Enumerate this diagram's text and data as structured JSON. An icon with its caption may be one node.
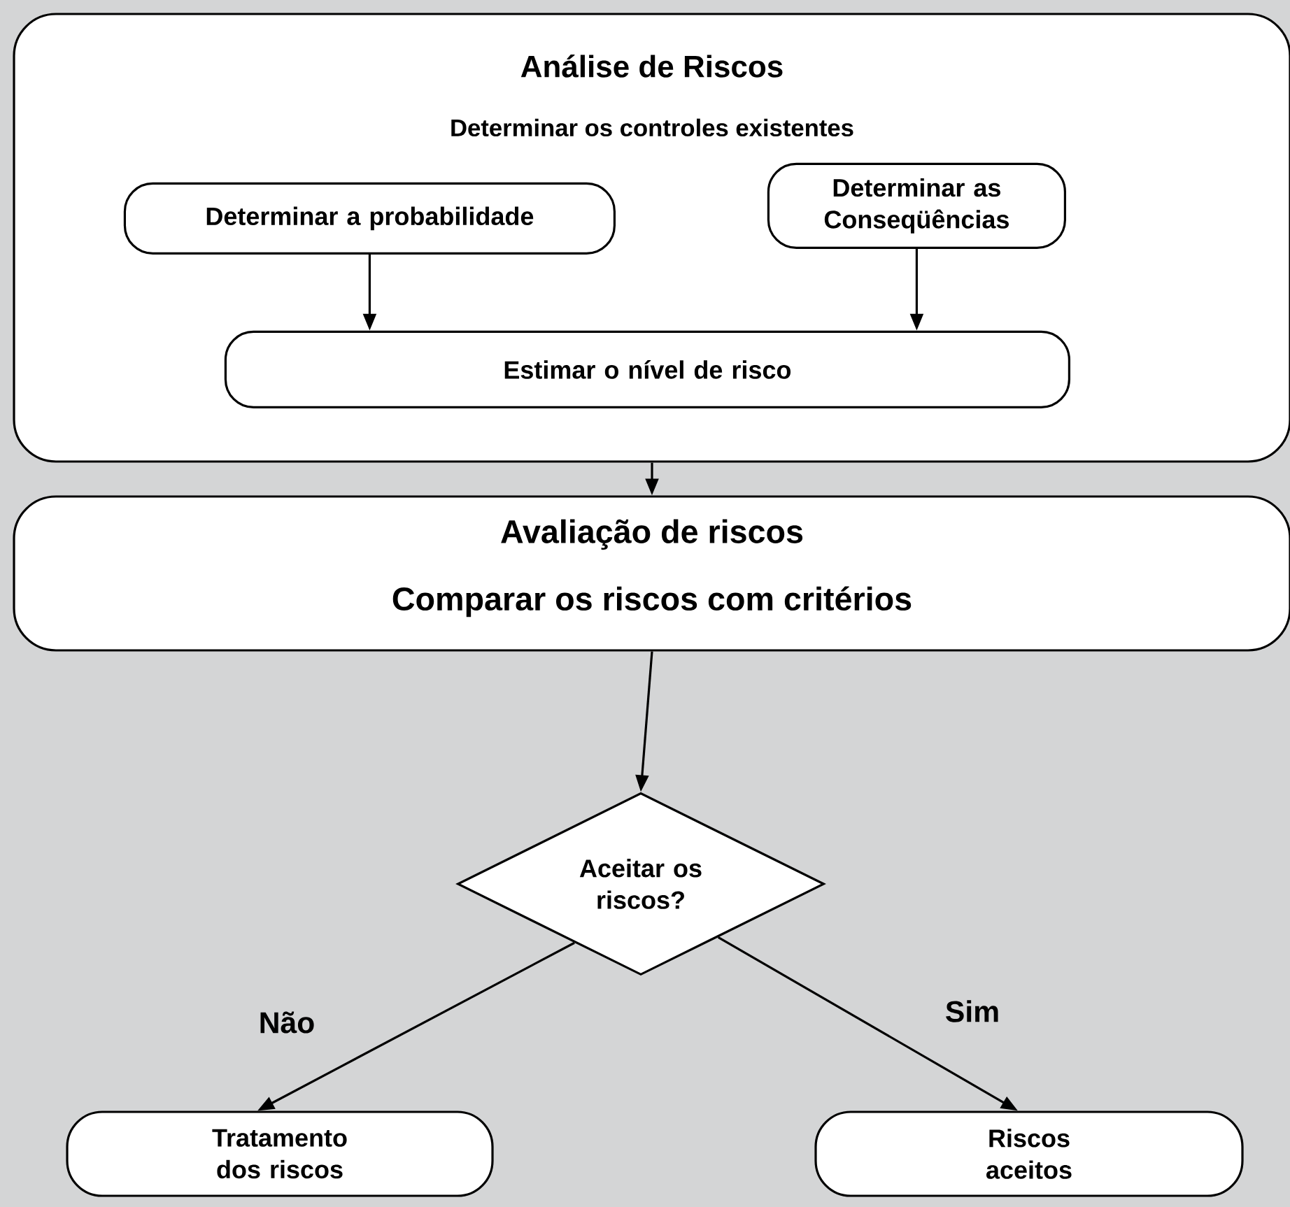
{
  "diagram": {
    "nodes": [
      {
        "text": [
          "Análise de Riscos",
          "Determinar os controles existentes"
        ]
      },
      {
        "text": [
          "Determinar a probabilidade"
        ],
        "in": 0
      },
      {
        "text": [
          "Determinar as Conseqüências"
        ],
        "in": 0
      },
      {
        "text": [
          "Estimar o nível de risco"
        ],
        "in": 0
      },
      {
        "text": [
          "Avaliação de riscos",
          "Comparar os riscos com critérios"
        ]
      },
      {
        "text": [
          "Aceitar os riscos?"
        ]
      },
      {
        "text": [
          "Tratamento dos riscos"
        ]
      },
      {
        "text": [
          "Riscos aceitos"
        ]
      }
    ],
    "edges": [
      {
        "from": 1,
        "to": 3,
        "arrow": "to"
      },
      {
        "from": 2,
        "to": 3,
        "arrow": "to"
      },
      {
        "from": 0,
        "to": 4,
        "arrow": "to"
      },
      {
        "from": 4,
        "to": 5,
        "arrow": "to"
      },
      {
        "from": 5,
        "to": 6,
        "arrow": "to",
        "label": "Não"
      },
      {
        "from": 5,
        "to": 7,
        "arrow": "to",
        "label": "Sim"
      }
    ]
  }
}
